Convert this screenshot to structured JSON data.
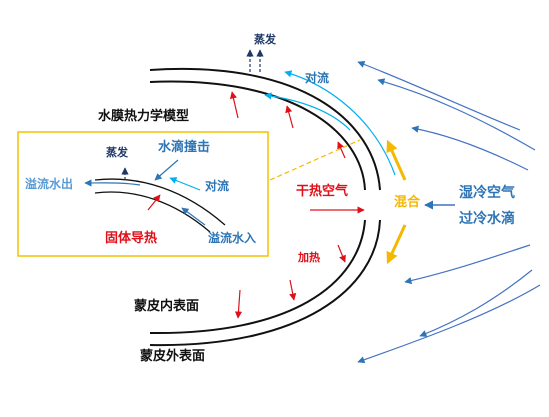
{
  "labels": {
    "evaporation_top": "蒸发",
    "convection_top": "对流",
    "model_title": "水膜热力学模型",
    "inset_evaporation": "蒸发",
    "droplet_impact": "水滴撞击",
    "overflow_out": "溢流水出",
    "inset_convection": "对流",
    "solid_conduction": "固体导热",
    "overflow_in": "溢流水入",
    "hot_dry_air": "干热空气",
    "mixing": "混合",
    "heating": "加热",
    "wet_cold_air": "湿冷空气",
    "supercooled_droplets": "过冷水滴",
    "skin_inner": "蒙皮内表面",
    "skin_outer": "蒙皮外表面"
  },
  "colors": {
    "dark_navy": "#1f3864",
    "blue_label": "#2e75b6",
    "light_blue": "#5b9bd5",
    "cyan": "#00b0f0",
    "red": "#e0101a",
    "orange": "#f5b800",
    "inset_border": "#f2c200",
    "black": "#111111"
  }
}
